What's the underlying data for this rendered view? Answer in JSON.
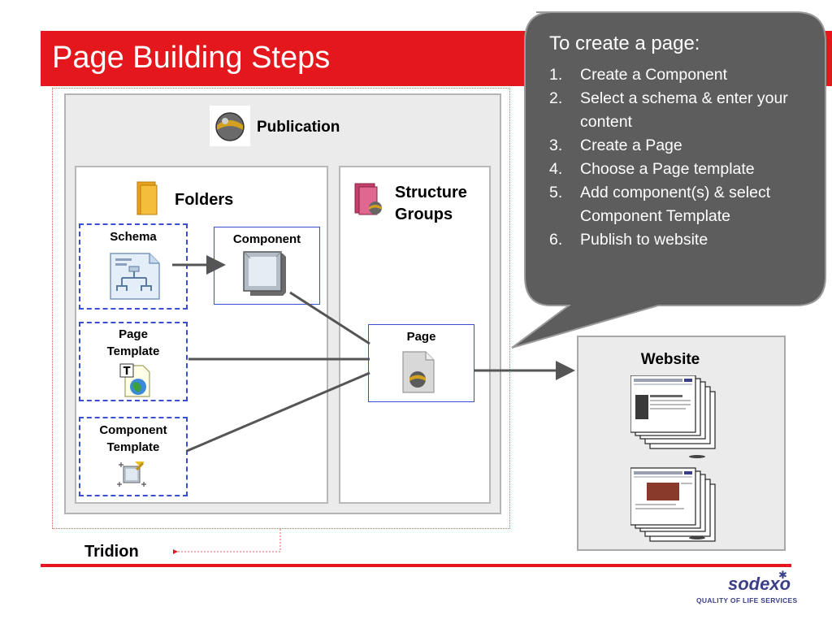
{
  "slide": {
    "title": "Page Building Steps"
  },
  "diagram": {
    "publication_label": "Publication",
    "folders_label": "Folders",
    "structure_groups_label": "Structure Groups",
    "schema_label": "Schema",
    "component_label": "Component",
    "page_template_label": "Page Template",
    "component_template_label": "Component Template",
    "page_label": "Page",
    "website_label": "Website",
    "tridion_label": "Tridion"
  },
  "callout": {
    "heading": "To create a page:",
    "steps": [
      {
        "num": "1.",
        "text": "Create a Component"
      },
      {
        "num": "2.",
        "text": "Select a schema & enter your content"
      },
      {
        "num": "3.",
        "text": "Create a Page"
      },
      {
        "num": "4.",
        "text": "Choose a Page template"
      },
      {
        "num": "5.",
        "text": "Add component(s) & select Component Template"
      },
      {
        "num": "6.",
        "text": "Publish to website"
      }
    ]
  },
  "logo": {
    "brand": "sodexo",
    "tagline": "QUALITY OF LIFE SERVICES"
  },
  "colors": {
    "brand_red": "#e4181c",
    "box_blue": "#3a4fcf",
    "callout_gray": "#5d5d5d",
    "logo_blue": "#3b3f88"
  }
}
